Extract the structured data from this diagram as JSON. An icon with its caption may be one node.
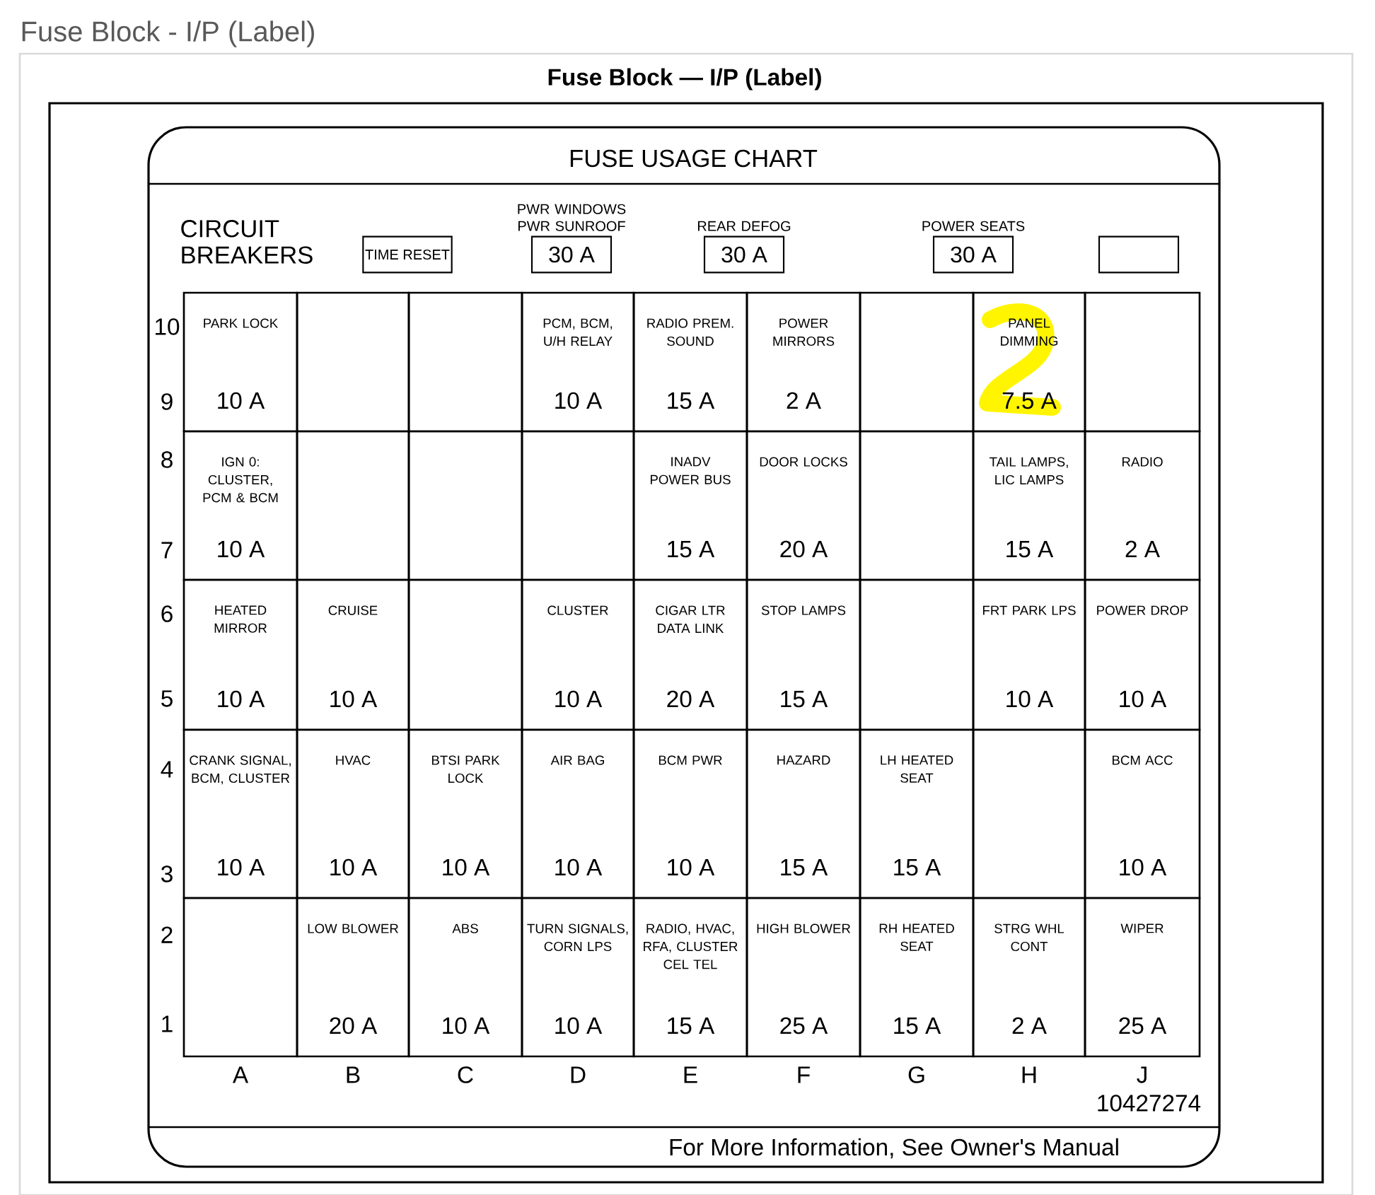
{
  "diagram": {
    "title": "Fuse Block - I/P (Label)",
    "nodes": [
      {
        "text": [
          "TIME RESET"
        ]
      },
      {
        "text": [
          "PWR WINDOWS PWR SUNROOF",
          "30 A"
        ]
      },
      {
        "text": [
          "REAR DEFOG",
          "30 A"
        ]
      },
      {
        "text": [
          "POWER SEATS",
          "30 A"
        ]
      },
      {
        "text": [],
        "shape": "box"
      },
      {
        "text": [
          "PARK LOCK",
          "10 A"
        ]
      },
      {
        "text": [],
        "shape": "box"
      },
      {
        "text": [],
        "shape": "box"
      },
      {
        "text": [
          "PCM, BCM, U/H RELAY",
          "10 A"
        ]
      },
      {
        "text": [
          "RADIO PREM. SOUND",
          "15 A"
        ]
      },
      {
        "text": [
          "POWER MIRRORS",
          "2 A"
        ]
      },
      {
        "text": [],
        "shape": "box"
      },
      {
        "text": [
          "PANEL DIMMING",
          "7.5 A"
        ]
      },
      {
        "text": [],
        "shape": "box"
      },
      {
        "text": [
          "IGN 0: CLUSTER, PCM & BCM",
          "10 A"
        ]
      },
      {
        "text": [],
        "shape": "box"
      },
      {
        "text": [],
        "shape": "box"
      },
      {
        "text": [],
        "shape": "box"
      },
      {
        "text": [
          "INADV POWER BUS",
          "15 A"
        ]
      },
      {
        "text": [
          "DOOR LOCKS",
          "20 A"
        ]
      },
      {
        "text": [],
        "shape": "box"
      },
      {
        "text": [
          "TAIL LAMPS, LIC LAMPS",
          "15 A"
        ]
      },
      {
        "text": [
          "RADIO",
          "2 A"
        ]
      },
      {
        "text": [
          "HEATED MIRROR",
          "10 A"
        ]
      },
      {
        "text": [
          "CRUISE",
          "10 A"
        ]
      },
      {
        "text": [],
        "shape": "box"
      },
      {
        "text": [
          "CLUSTER",
          "10 A"
        ]
      },
      {
        "text": [
          "CIGAR LTR DATA LINK",
          "20 A"
        ]
      },
      {
        "text": [
          "STOP LAMPS",
          "15 A"
        ]
      },
      {
        "text": [],
        "shape": "box"
      },
      {
        "text": [
          "FRT PARK LPS",
          "10 A"
        ]
      },
      {
        "text": [
          "POWER DROP",
          "10 A"
        ]
      },
      {
        "text": [
          "CRANK SIGNAL, BCM, CLUSTER",
          "10 A"
        ]
      },
      {
        "text": [
          "HVAC",
          "10 A"
        ]
      },
      {
        "text": [
          "BTSI PARK LOCK",
          "10 A"
        ]
      },
      {
        "text": [
          "AIR BAG",
          "10 A"
        ]
      },
      {
        "text": [
          "BCM PWR",
          "10 A"
        ]
      },
      {
        "text": [
          "HAZARD",
          "15 A"
        ]
      },
      {
        "text": [
          "LH HEATED SEAT",
          "15 A"
        ]
      },
      {
        "text": [],
        "shape": "box"
      },
      {
        "text": [
          "BCM ACC",
          "10 A"
        ]
      },
      {
        "text": [],
        "shape": "box"
      },
      {
        "text": [
          "LOW BLOWER",
          "20 A"
        ]
      },
      {
        "text": [
          "ABS",
          "10 A"
        ]
      },
      {
        "text": [
          "TURN SIGNALS, CORN LPS",
          "10 A"
        ]
      },
      {
        "text": [
          "RADIO, HVAC, RFA, CLUSTER CEL TEL",
          "15 A"
        ]
      },
      {
        "text": [
          "HIGH BLOWER",
          "25 A"
        ]
      },
      {
        "text": [
          "RH HEATED SEAT",
          "15 A"
        ]
      },
      {
        "text": [
          "STRG WHL CONT",
          "2 A"
        ]
      },
      {
        "text": [
          "WIPER",
          "25 A"
        ]
      }
    ],
    "labels": [
      "Fuse Block — I/P (Label)",
      "FUSE USAGE CHART",
      "CIRCUIT BREAKERS",
      "10",
      "9",
      "8",
      "7",
      "6",
      "5",
      "4",
      "3",
      "2",
      "1",
      "A",
      "B",
      "C",
      "D",
      "E",
      "F",
      "G",
      "H",
      "J",
      "10427274",
      "For More Information, See Owner's Manual"
    ]
  }
}
